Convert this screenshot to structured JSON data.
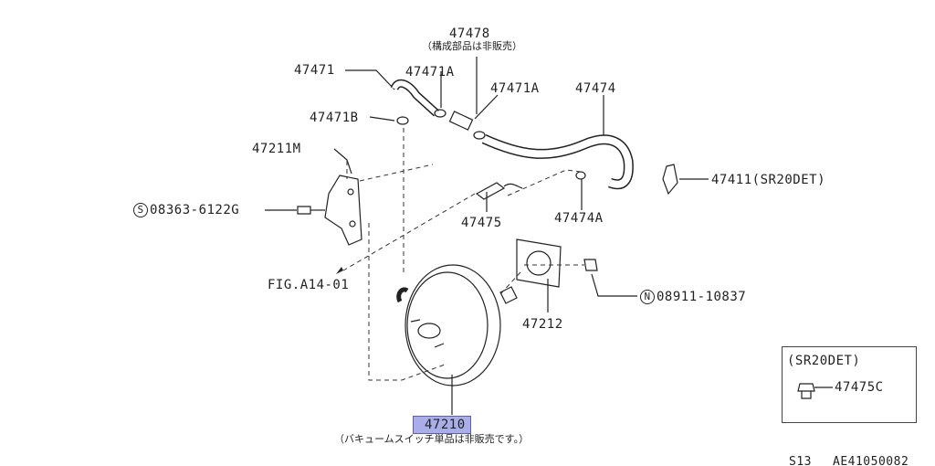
{
  "diagram": {
    "parts": {
      "p47478": "47478",
      "p47478_note": "（構成部品は非販売）",
      "p47471": "47471",
      "p47471A_1": "47471A",
      "p47471A_2": "47471A",
      "p47474": "47474",
      "p47471B": "47471B",
      "p47211M": "47211M",
      "p47411": "47411(SR20DET)",
      "p08363_prefix": "S",
      "p08363": "08363-6122G",
      "p47475": "47475",
      "p47474A": "47474A",
      "figref": "FIG.A14-01",
      "p08911_prefix": "N",
      "p08911": "08911-10837",
      "p47212": "47212",
      "p47210": "47210",
      "p47210_note": "（バキュームスイッチ単品は非販売です。）"
    },
    "inset": {
      "title": "(SR20DET)",
      "part": "47475C"
    },
    "footer": {
      "model": "S13",
      "code": "AE41050082"
    }
  }
}
